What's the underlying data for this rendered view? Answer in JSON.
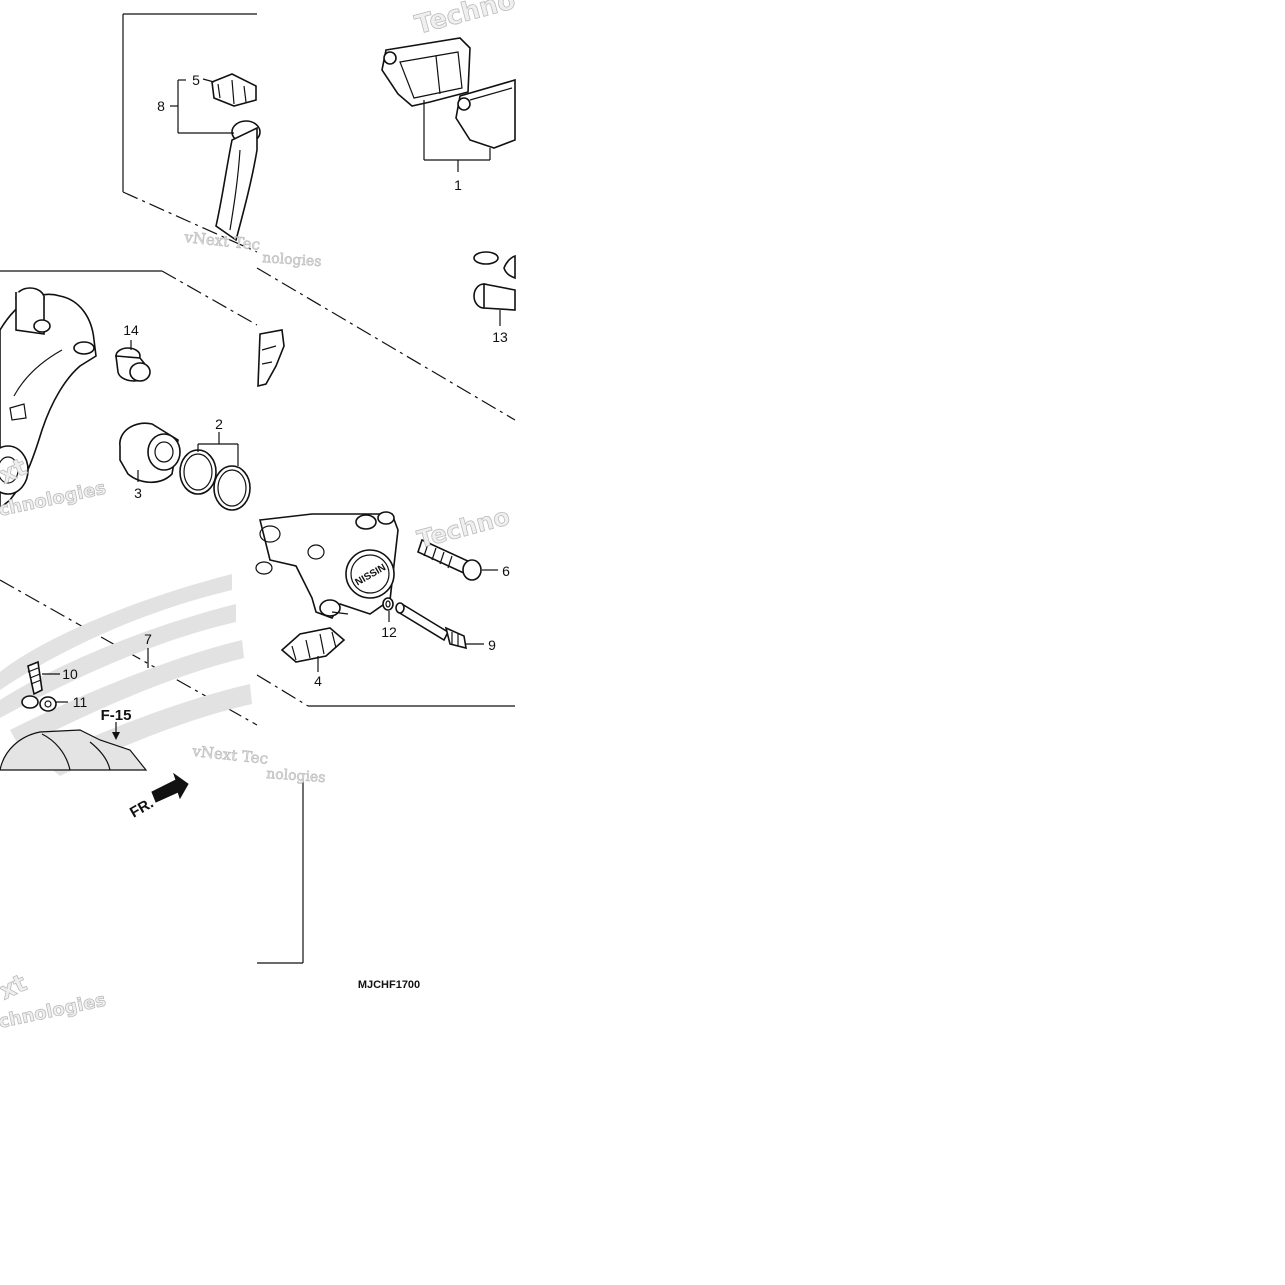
{
  "diagram": {
    "callouts": {
      "c1": "1",
      "c2": "2",
      "c3": "3",
      "c4": "4",
      "c5": "5",
      "c6": "6",
      "c7": "7",
      "c8": "8",
      "c9": "9",
      "c10": "10",
      "c11": "11",
      "c12": "12",
      "c13": "13",
      "c14": "14"
    },
    "reference_label": "F-15",
    "direction_label": "FR.",
    "caliper_brand": "NISSIN",
    "diagram_code": "MJCHF1700",
    "watermarks": {
      "w1": "Techno",
      "w2": "vNext Tec",
      "w3": "nologies",
      "w4": "xt",
      "w5": "chnologies",
      "w6": "Techno",
      "w7": "vNext Tec",
      "w8": "nologies",
      "w9": "xt",
      "w10": "chnologies"
    }
  }
}
